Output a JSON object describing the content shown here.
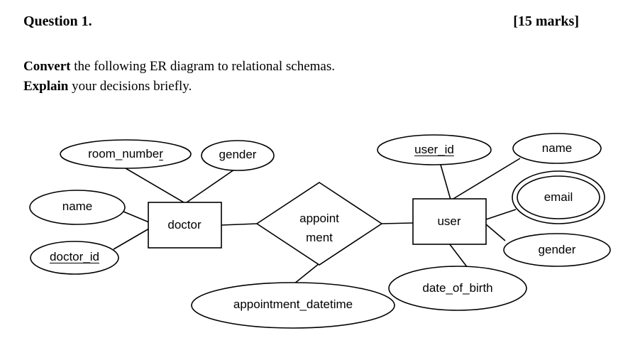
{
  "header": {
    "question": "Question 1.",
    "marks": "[15 marks]"
  },
  "instructions": {
    "line1_bold": "Convert",
    "line1_rest": " the following ER diagram to relational schemas.",
    "line2_bold": "Explain",
    "line2_rest": " your decisions briefly."
  },
  "diagram": {
    "type": "er-diagram",
    "entities": [
      {
        "name": "doctor",
        "attributes": [
          "name",
          "doctor_id",
          "room_number",
          "gender"
        ],
        "primary_key": "doctor_id"
      },
      {
        "name": "user",
        "attributes": [
          "user_id",
          "name",
          "email",
          "gender",
          "date_of_birth"
        ],
        "primary_key": "user_id",
        "multivalued_attributes": [
          "email"
        ]
      }
    ],
    "relationship": {
      "name": "appointment",
      "connects": [
        "doctor",
        "user"
      ],
      "attributes": [
        "appointment_datetime"
      ],
      "display_line1": "appoint",
      "display_line2": "ment"
    },
    "display": {
      "room_number_main": "room_numbe",
      "room_number_underlined_suffix": "r"
    },
    "colors": {
      "stroke": "#000000",
      "background": "#ffffff"
    }
  }
}
